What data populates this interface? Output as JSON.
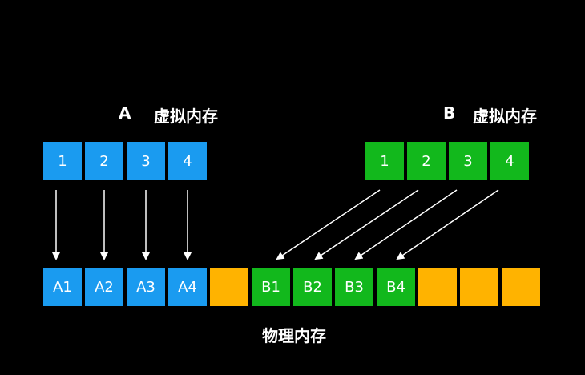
{
  "labels": {
    "a_prefix": "A",
    "a_title": "虚拟内存",
    "b_prefix": "B",
    "b_title": "虚拟内存",
    "physical": "物理内存"
  },
  "virtual_a": [
    "1",
    "2",
    "3",
    "4"
  ],
  "virtual_b": [
    "1",
    "2",
    "3",
    "4"
  ],
  "physical": [
    "A1",
    "A2",
    "A3",
    "A4",
    "",
    "B1",
    "B2",
    "B3",
    "B4",
    "",
    "",
    ""
  ],
  "colors": {
    "blue": "#1a9bf0",
    "green": "#12b81c",
    "orange": "#ffb300",
    "background": "#000000",
    "arrow": "#ffffff"
  }
}
